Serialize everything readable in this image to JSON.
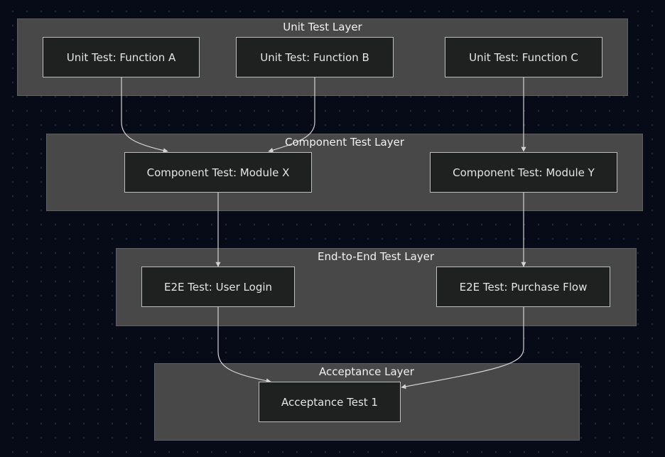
{
  "diagram": {
    "layers": {
      "unit": {
        "title": "Unit Test Layer"
      },
      "component": {
        "title": "Component Test Layer"
      },
      "e2e": {
        "title": "End-to-End Test Layer"
      },
      "acceptance": {
        "title": "Acceptance Layer"
      }
    },
    "nodes": {
      "unit_a": "Unit Test: Function A",
      "unit_b": "Unit Test: Function B",
      "unit_c": "Unit Test: Function C",
      "comp_x": "Component Test: Module X",
      "comp_y": "Component Test: Module Y",
      "e2e_login": "E2E Test: User Login",
      "e2e_purchase": "E2E Test: Purchase Flow",
      "acceptance_1": "Acceptance Test 1"
    },
    "edges": [
      {
        "from": "unit_a",
        "to": "comp_x"
      },
      {
        "from": "unit_b",
        "to": "comp_x"
      },
      {
        "from": "unit_c",
        "to": "comp_y"
      },
      {
        "from": "comp_x",
        "to": "e2e_login"
      },
      {
        "from": "comp_y",
        "to": "e2e_purchase"
      },
      {
        "from": "e2e_login",
        "to": "acceptance_1"
      },
      {
        "from": "e2e_purchase",
        "to": "acceptance_1"
      }
    ],
    "colors": {
      "background": "#070b18",
      "layer_fill": "#484848",
      "node_fill": "#1f2020",
      "node_border": "#bdbdbd",
      "edge": "#d3d3d3",
      "text": "#e4e4e4"
    }
  }
}
